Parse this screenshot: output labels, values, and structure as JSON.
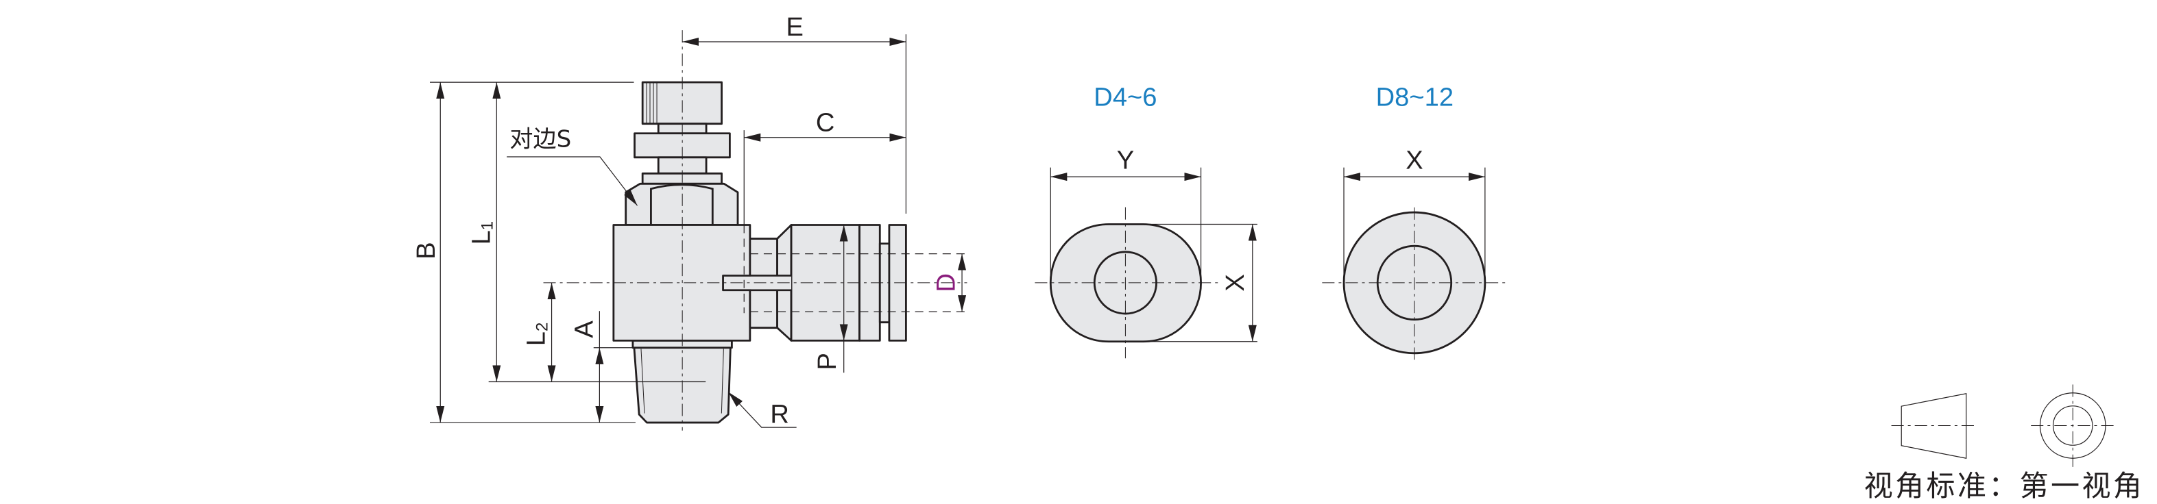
{
  "colors": {
    "line": "#231f20",
    "fill": "#e6e7e9",
    "title_blue": "#1a7fc1",
    "dimension_D": "#8a1c7c"
  },
  "side_view": {
    "dimensions": {
      "E": "E",
      "C": "C",
      "B": "B",
      "L1": {
        "text": "L",
        "sub": "1"
      },
      "L2": {
        "text": "L",
        "sub": "2"
      },
      "A": "A",
      "P": "P",
      "R": "R",
      "D": "D",
      "S": "对边S"
    }
  },
  "end_views": [
    {
      "title": "D4~6",
      "width_label": "Y",
      "height_label": "X"
    },
    {
      "title": "D8~12",
      "width_label": "X"
    }
  ],
  "projection": {
    "label": "视角标准：第一视角"
  }
}
